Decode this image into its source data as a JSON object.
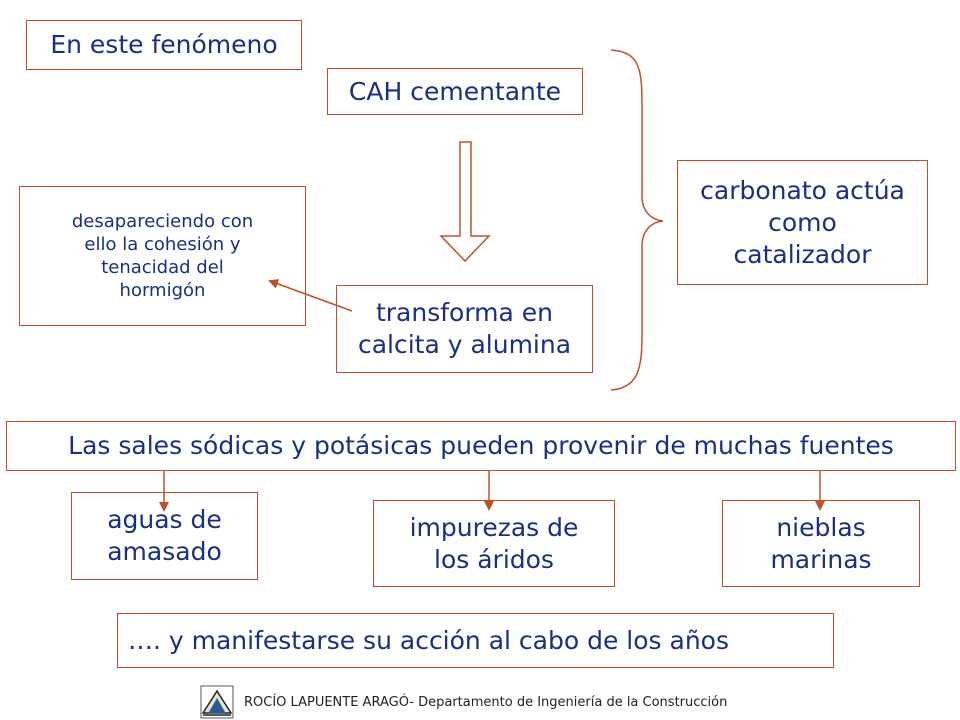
{
  "boxes": {
    "fenomeno": [
      "En este fenómeno"
    ],
    "cah": [
      "CAH cementante"
    ],
    "carbonato": [
      "carbonato actúa",
      "como",
      "catalizador"
    ],
    "desapareciendo": [
      "desapareciendo con",
      "ello la cohesión y",
      "tenacidad del",
      "hormigón"
    ],
    "transforma": [
      "transforma en",
      "calcita y alumina"
    ],
    "sales": [
      "Las sales sódicas y potásicas pueden provenir de muchas fuentes"
    ],
    "aguas": [
      "aguas de",
      "amasado"
    ],
    "impurezas": [
      "impurezas de",
      "los áridos"
    ],
    "nieblas": [
      "nieblas",
      "marinas"
    ],
    "final": [
      "…. y  manifestarse su acción al cabo de los años"
    ]
  },
  "footer": {
    "text": "ROCÍO LAPUENTE ARAGÓ- Departamento de Ingeniería de la Construcción"
  },
  "colors": {
    "text": "#1a2f80",
    "border": "#c0502a",
    "arrow": "#c0502a"
  }
}
